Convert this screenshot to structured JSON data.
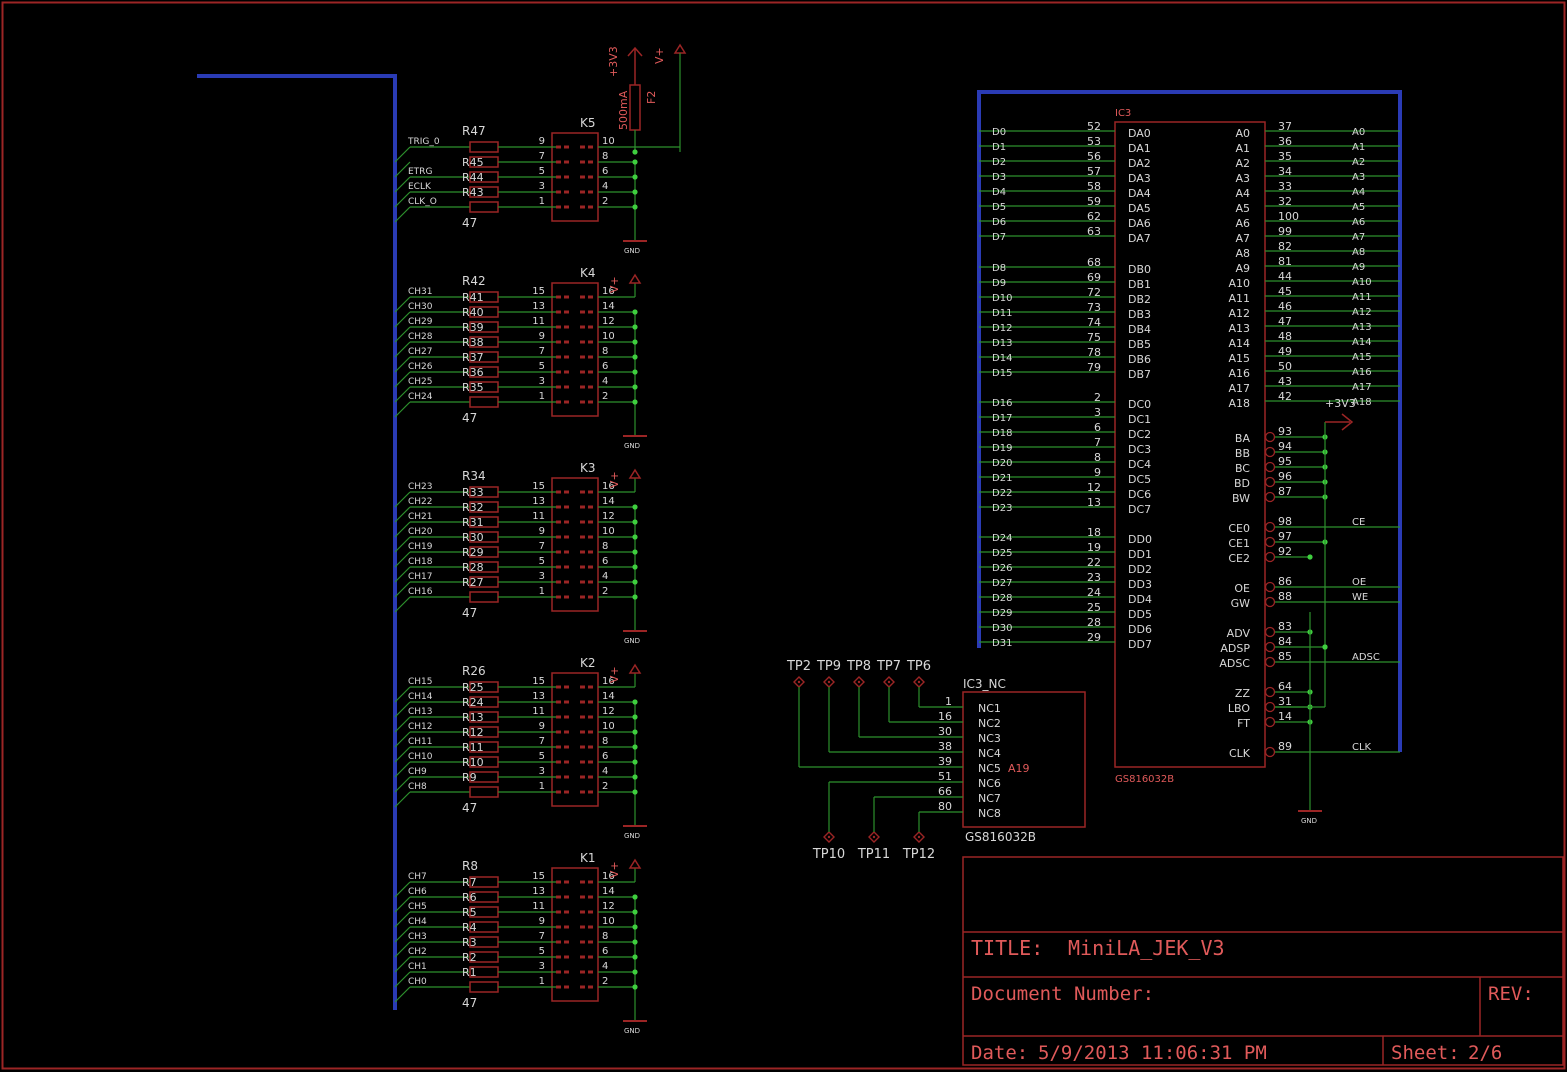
{
  "colors": {
    "background": "#000000",
    "frame": "#9b2525",
    "bus": "#2a3bb5",
    "wire": "#2d8f2d",
    "part": "#9b2525",
    "label": "#e05a5a",
    "net": "#d8d8d8",
    "junction": "#3fcf3f"
  },
  "power": {
    "v3": "+3V3",
    "vplus": "V+",
    "gnd": "GND",
    "fuse": {
      "name": "F2",
      "value": "500mA"
    }
  },
  "trig_group": {
    "connector": "K5",
    "resistor_top": "R47",
    "value": "47",
    "rows": [
      {
        "net": "TRIG_0",
        "res": "",
        "pin_l": "9",
        "pin_r": "10"
      },
      {
        "net": "",
        "res": "R45",
        "pin_l": "7",
        "pin_r": "8"
      },
      {
        "net": "ETRG",
        "res": "R44",
        "pin_l": "5",
        "pin_r": "6"
      },
      {
        "net": "ECLK",
        "res": "R43",
        "pin_l": "3",
        "pin_r": "4"
      },
      {
        "net": "CLK_O",
        "res": "",
        "pin_l": "1",
        "pin_r": "2"
      }
    ]
  },
  "ch_groups": [
    {
      "connector": "K4",
      "top": "R42",
      "value": "47",
      "nets": [
        "CH31",
        "CH30",
        "CH29",
        "CH28",
        "CH27",
        "CH26",
        "CH25",
        "CH24"
      ],
      "res": [
        "R41",
        "R40",
        "R39",
        "R38",
        "R37",
        "R36",
        "R35",
        ""
      ]
    },
    {
      "connector": "K3",
      "top": "R34",
      "value": "47",
      "nets": [
        "CH23",
        "CH22",
        "CH21",
        "CH20",
        "CH19",
        "CH18",
        "CH17",
        "CH16"
      ],
      "res": [
        "R33",
        "R32",
        "R31",
        "R30",
        "R29",
        "R28",
        "R27",
        ""
      ]
    },
    {
      "connector": "K2",
      "top": "R26",
      "value": "47",
      "nets": [
        "CH15",
        "CH14",
        "CH13",
        "CH12",
        "CH11",
        "CH10",
        "CH9",
        "CH8"
      ],
      "res": [
        "R25",
        "R24",
        "R13",
        "R12",
        "R11",
        "R10",
        "R9",
        ""
      ]
    },
    {
      "connector": "K1",
      "top": "R8",
      "value": "47",
      "nets": [
        "CH7",
        "CH6",
        "CH5",
        "CH4",
        "CH3",
        "CH2",
        "CH1",
        "CH0"
      ],
      "res": [
        "R7",
        "R6",
        "R5",
        "R4",
        "R3",
        "R2",
        "R1",
        ""
      ]
    }
  ],
  "ch_pins_left": [
    "15",
    "13",
    "11",
    "9",
    "7",
    "5",
    "3",
    "1"
  ],
  "ch_pins_right": [
    "16",
    "14",
    "12",
    "10",
    "8",
    "6",
    "4",
    "2"
  ],
  "ic3": {
    "name": "IC3",
    "part": "GS816032B",
    "data_pins": [
      {
        "net": "D0",
        "pin": "52",
        "name": "DA0"
      },
      {
        "net": "D1",
        "pin": "53",
        "name": "DA1"
      },
      {
        "net": "D2",
        "pin": "56",
        "name": "DA2"
      },
      {
        "net": "D3",
        "pin": "57",
        "name": "DA3"
      },
      {
        "net": "D4",
        "pin": "58",
        "name": "DA4"
      },
      {
        "net": "D5",
        "pin": "59",
        "name": "DA5"
      },
      {
        "net": "D6",
        "pin": "62",
        "name": "DA6"
      },
      {
        "net": "D7",
        "pin": "63",
        "name": "DA7"
      },
      {
        "net": "D8",
        "pin": "68",
        "name": "DB0"
      },
      {
        "net": "D9",
        "pin": "69",
        "name": "DB1"
      },
      {
        "net": "D10",
        "pin": "72",
        "name": "DB2"
      },
      {
        "net": "D11",
        "pin": "73",
        "name": "DB3"
      },
      {
        "net": "D12",
        "pin": "74",
        "name": "DB4"
      },
      {
        "net": "D13",
        "pin": "75",
        "name": "DB5"
      },
      {
        "net": "D14",
        "pin": "78",
        "name": "DB6"
      },
      {
        "net": "D15",
        "pin": "79",
        "name": "DB7"
      },
      {
        "net": "D16",
        "pin": "2",
        "name": "DC0"
      },
      {
        "net": "D17",
        "pin": "3",
        "name": "DC1"
      },
      {
        "net": "D18",
        "pin": "6",
        "name": "DC2"
      },
      {
        "net": "D19",
        "pin": "7",
        "name": "DC3"
      },
      {
        "net": "D20",
        "pin": "8",
        "name": "DC4"
      },
      {
        "net": "D21",
        "pin": "9",
        "name": "DC5"
      },
      {
        "net": "D22",
        "pin": "12",
        "name": "DC6"
      },
      {
        "net": "D23",
        "pin": "13",
        "name": "DC7"
      },
      {
        "net": "D24",
        "pin": "18",
        "name": "DD0"
      },
      {
        "net": "D25",
        "pin": "19",
        "name": "DD1"
      },
      {
        "net": "D26",
        "pin": "22",
        "name": "DD2"
      },
      {
        "net": "D27",
        "pin": "23",
        "name": "DD3"
      },
      {
        "net": "D28",
        "pin": "24",
        "name": "DD4"
      },
      {
        "net": "D29",
        "pin": "25",
        "name": "DD5"
      },
      {
        "net": "D30",
        "pin": "28",
        "name": "DD6"
      },
      {
        "net": "D31",
        "pin": "29",
        "name": "DD7"
      }
    ],
    "addr_pins": [
      {
        "name": "A0",
        "pin": "37",
        "net": "A0"
      },
      {
        "name": "A1",
        "pin": "36",
        "net": "A1"
      },
      {
        "name": "A2",
        "pin": "35",
        "net": "A2"
      },
      {
        "name": "A3",
        "pin": "34",
        "net": "A3"
      },
      {
        "name": "A4",
        "pin": "33",
        "net": "A4"
      },
      {
        "name": "A5",
        "pin": "32",
        "net": "A5"
      },
      {
        "name": "A6",
        "pin": "100",
        "net": "A6"
      },
      {
        "name": "A7",
        "pin": "99",
        "net": "A7"
      },
      {
        "name": "A8",
        "pin": "82",
        "net": "A8"
      },
      {
        "name": "A9",
        "pin": "81",
        "net": "A9"
      },
      {
        "name": "A10",
        "pin": "44",
        "net": "A10"
      },
      {
        "name": "A11",
        "pin": "45",
        "net": "A11"
      },
      {
        "name": "A12",
        "pin": "46",
        "net": "A12"
      },
      {
        "name": "A13",
        "pin": "47",
        "net": "A13"
      },
      {
        "name": "A14",
        "pin": "48",
        "net": "A14"
      },
      {
        "name": "A15",
        "pin": "49",
        "net": "A15"
      },
      {
        "name": "A16",
        "pin": "50",
        "net": "A16"
      },
      {
        "name": "A17",
        "pin": "43",
        "net": "A17"
      },
      {
        "name": "A18",
        "pin": "42",
        "net": "A18"
      }
    ],
    "ctrl_pins": [
      {
        "name": "BA",
        "pin": "93",
        "net": ""
      },
      {
        "name": "BB",
        "pin": "94",
        "net": ""
      },
      {
        "name": "BC",
        "pin": "95",
        "net": ""
      },
      {
        "name": "BD",
        "pin": "96",
        "net": ""
      },
      {
        "name": "BW",
        "pin": "87",
        "net": ""
      },
      {
        "name": "CE0",
        "pin": "98",
        "net": "CE"
      },
      {
        "name": "CE1",
        "pin": "97",
        "net": ""
      },
      {
        "name": "CE2",
        "pin": "92",
        "net": ""
      },
      {
        "name": "OE",
        "pin": "86",
        "net": "OE"
      },
      {
        "name": "GW",
        "pin": "88",
        "net": "WE"
      },
      {
        "name": "ADV",
        "pin": "83",
        "net": ""
      },
      {
        "name": "ADSP",
        "pin": "84",
        "net": ""
      },
      {
        "name": "ADSC",
        "pin": "85",
        "net": "ADSC"
      },
      {
        "name": "ZZ",
        "pin": "64",
        "net": ""
      },
      {
        "name": "LBO",
        "pin": "31",
        "net": ""
      },
      {
        "name": "FT",
        "pin": "14",
        "net": ""
      },
      {
        "name": "CLK",
        "pin": "89",
        "net": "CLK"
      }
    ]
  },
  "ic3_nc": {
    "name": "IC3_NC",
    "part": "GS816032B",
    "extra": "A19",
    "pins": [
      {
        "name": "NC1",
        "pin": "1",
        "tp": "TP6"
      },
      {
        "name": "NC2",
        "pin": "16",
        "tp": "TP7"
      },
      {
        "name": "NC3",
        "pin": "30",
        "tp": "TP8"
      },
      {
        "name": "NC4",
        "pin": "38",
        "tp": "TP9"
      },
      {
        "name": "NC5",
        "pin": "39",
        "tp": "TP2"
      },
      {
        "name": "NC6",
        "pin": "51",
        "tp": "TP10"
      },
      {
        "name": "NC7",
        "pin": "66",
        "tp": "TP11"
      },
      {
        "name": "NC8",
        "pin": "80",
        "tp": "TP12"
      }
    ],
    "top_tps": [
      "TP2",
      "TP9",
      "TP8",
      "TP7",
      "TP6"
    ],
    "bottom_tps": [
      "TP10",
      "TP11",
      "TP12"
    ]
  },
  "title_block": {
    "title_label": "TITLE:",
    "title": "MiniLA_JEK_V3",
    "doc_label": "Document Number:",
    "rev_label": "REV:",
    "date_label": "Date:",
    "date": "5/9/2013 11:06:31 PM",
    "sheet_label": "Sheet:",
    "sheet": "2/6"
  }
}
